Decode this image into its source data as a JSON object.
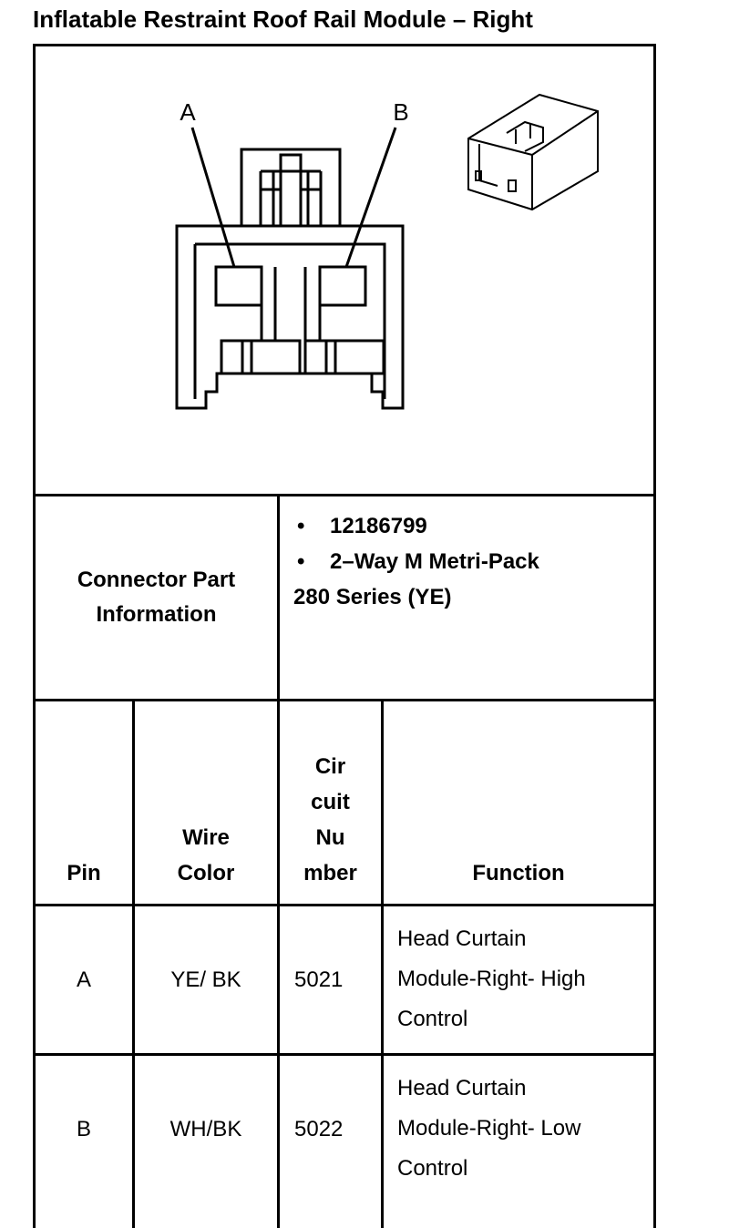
{
  "title": "Inflatable Restraint Roof Rail Module – Right",
  "diagram": {
    "pin_labels": [
      "A",
      "B"
    ]
  },
  "connector_info": {
    "label_line1": "Connector Part",
    "label_line2": "Information",
    "bullets": [
      "12186799",
      "2–Way M Metri-Pack"
    ],
    "continuation": "280 Series (YE)"
  },
  "table": {
    "headers": {
      "pin": [
        "Pin"
      ],
      "wire_color": [
        "Wire",
        "Color"
      ],
      "circuit_number": [
        "Cir",
        "cuit",
        "Nu",
        "mber"
      ],
      "function": [
        "Function"
      ]
    },
    "rows": [
      {
        "pin": "A",
        "wire_color": "YE/ BK",
        "circuit": "5021",
        "function": [
          "Head Curtain",
          "Module-Right- High",
          "Control"
        ]
      },
      {
        "pin": "B",
        "wire_color": "WH/BK",
        "circuit": "5022",
        "function": [
          "Head Curtain",
          "Module-Right- Low",
          "Control"
        ]
      }
    ]
  }
}
